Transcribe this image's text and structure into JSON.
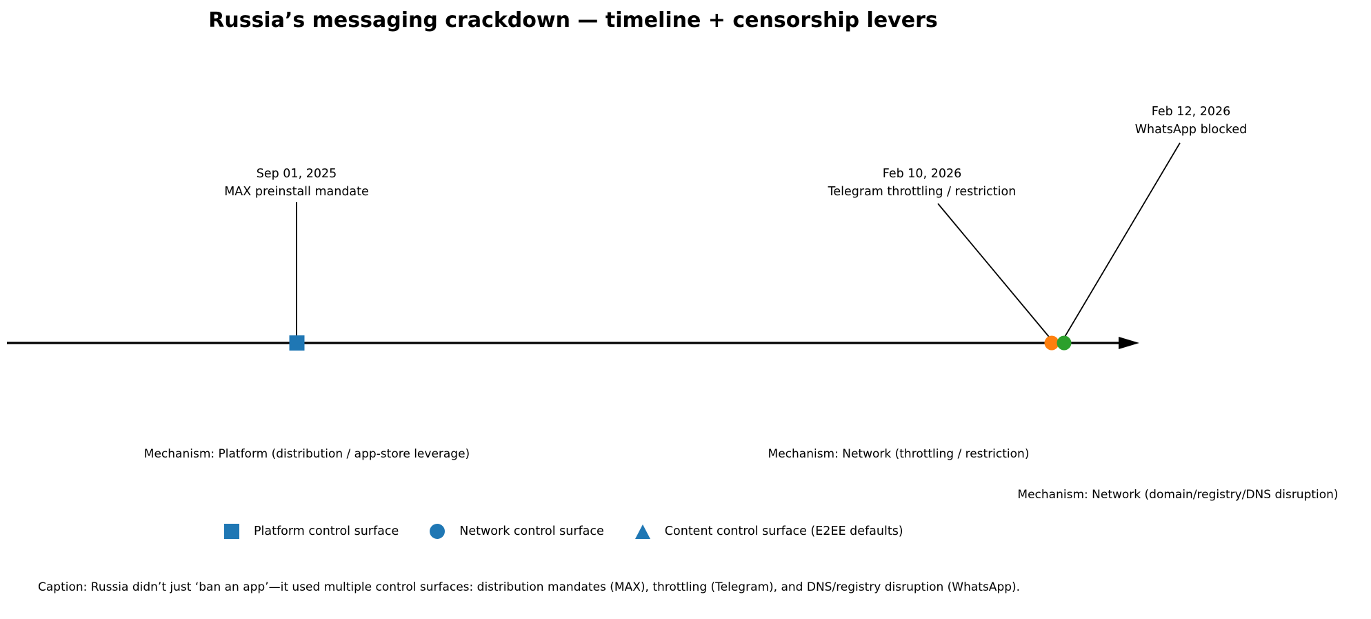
{
  "title": "Russia’s messaging crackdown — timeline + censorship levers",
  "colors": {
    "platform_blue": "#1f77b4",
    "throttle_orange": "#ff7f0e",
    "dns_green": "#2ca02c",
    "axis_black": "#000000"
  },
  "chart_data": {
    "type": "timeline",
    "orientation": "horizontal",
    "axis": {
      "arrow": "right",
      "gridlines": false,
      "tick_labels": []
    },
    "events": [
      {
        "date": "Sep 01, 2025",
        "event": "MAX preinstall mandate",
        "mechanism": "Mechanism: Platform (distribution / app-store leverage)",
        "marker": "square",
        "color": "#1f77b4"
      },
      {
        "date": "Feb 10, 2026",
        "event": "Telegram throttling / restriction",
        "mechanism": "Mechanism: Network (throttling / restriction)",
        "marker": "circle",
        "color": "#ff7f0e"
      },
      {
        "date": "Feb 12, 2026",
        "event": "WhatsApp blocked",
        "mechanism": "Mechanism: Network (domain/registry/DNS disruption)",
        "marker": "circle",
        "color": "#2ca02c"
      }
    ],
    "legend": {
      "position": "bottom-left",
      "entries": [
        {
          "label": "Platform control surface",
          "marker": "square",
          "color": "#1f77b4"
        },
        {
          "label": "Network control surface",
          "marker": "circle",
          "color": "#1f77b4"
        },
        {
          "label": "Content control surface (E2EE defaults)",
          "marker": "triangle",
          "color": "#1f77b4"
        }
      ]
    },
    "caption": "Caption: Russia didn’t just ‘ban an app’—it used multiple control surfaces: distribution mandates (MAX), throttling (Telegram), and DNS/registry disruption (WhatsApp)."
  }
}
